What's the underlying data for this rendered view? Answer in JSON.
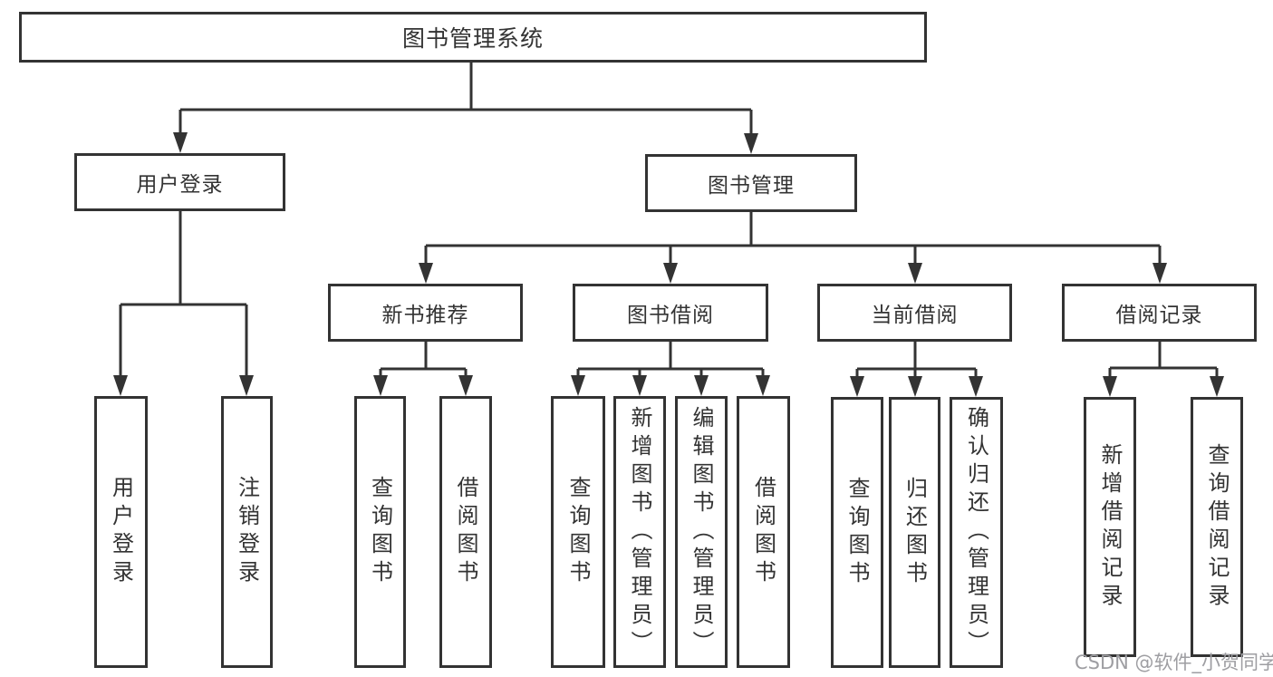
{
  "diagram_title": "图书管理系统",
  "tree": {
    "label": "图书管理系统",
    "children": [
      {
        "label": "用户登录",
        "children": [
          {
            "label": "用户登录"
          },
          {
            "label": "注销登录"
          }
        ]
      },
      {
        "label": "图书管理",
        "children": [
          {
            "label": "新书推荐",
            "children": [
              {
                "label": "查询图书"
              },
              {
                "label": "借阅图书"
              }
            ]
          },
          {
            "label": "图书借阅",
            "children": [
              {
                "label": "查询图书"
              },
              {
                "label": "新增图书（管理员）"
              },
              {
                "label": "编辑图书（管理员）"
              },
              {
                "label": "借阅图书"
              }
            ]
          },
          {
            "label": "当前借阅",
            "children": [
              {
                "label": "查询图书"
              },
              {
                "label": "归还图书"
              },
              {
                "label": "确认归还（管理员）"
              }
            ]
          },
          {
            "label": "借阅记录",
            "children": [
              {
                "label": "新增借阅记录"
              },
              {
                "label": "查询借阅记录"
              }
            ]
          }
        ]
      }
    ]
  },
  "watermark": {
    "text": "CSDN @软件_小贺同学"
  },
  "colors": {
    "line": "#333333",
    "box_border": "#333333",
    "text": "#333333",
    "background": "#ffffff",
    "watermark": "#9e9ea2"
  }
}
